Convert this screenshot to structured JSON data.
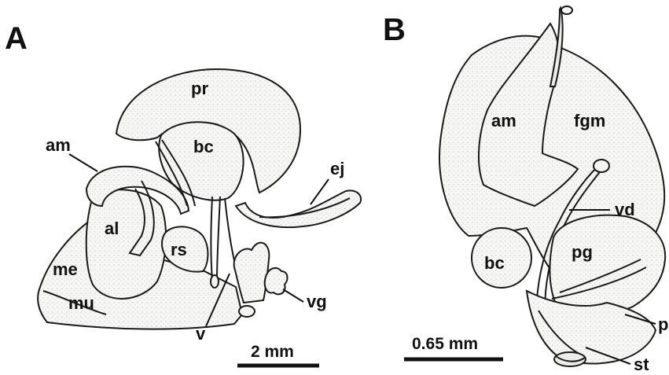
{
  "panels": {
    "a": {
      "letter": "A",
      "labels": {
        "pr": "pr",
        "bc": "bc",
        "am": "am",
        "ej": "ej",
        "al": "al",
        "rs": "rs",
        "me": "me",
        "mu": "mu",
        "vg": "vg",
        "v": "v"
      },
      "scale": "2 mm"
    },
    "b": {
      "letter": "B",
      "labels": {
        "am": "am",
        "fgm": "fgm",
        "vd": "vd",
        "bc": "bc",
        "pg": "pg",
        "p": "p",
        "st": "st"
      },
      "scale": "0.65 mm"
    }
  }
}
